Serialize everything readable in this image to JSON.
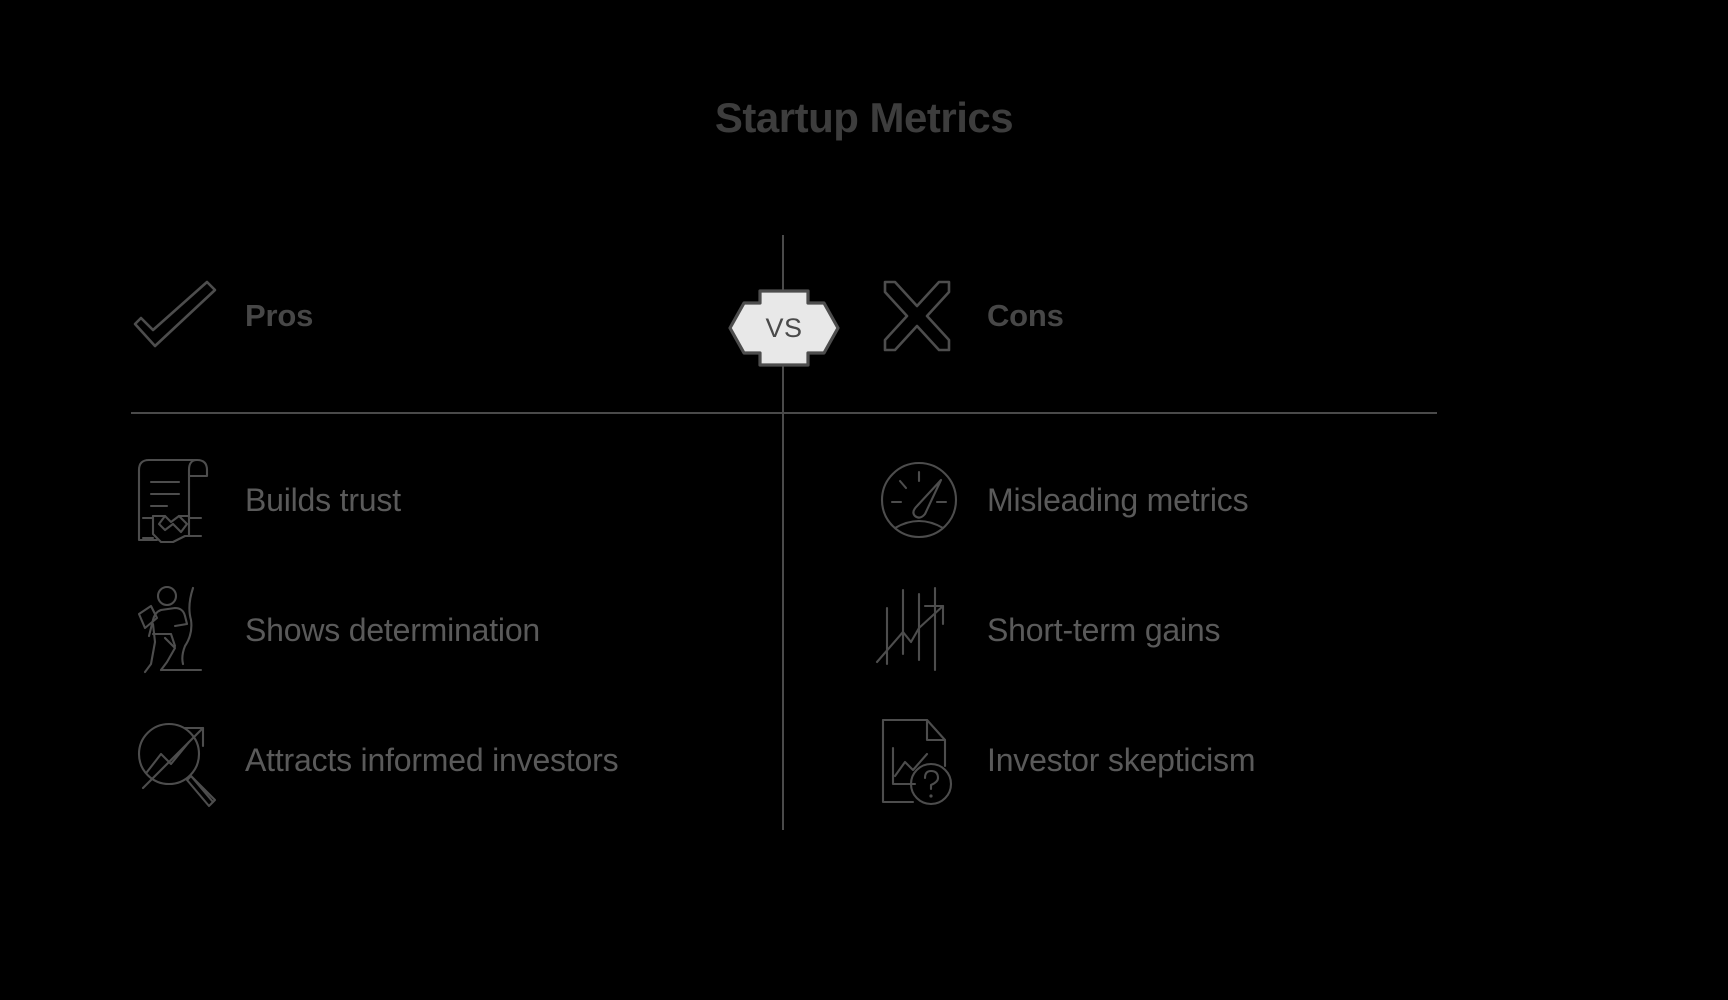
{
  "page": {
    "title": "Startup Metrics",
    "background_color": "#000000",
    "text_color": "#5a5a5a",
    "accent_color": "#4d4d4d"
  },
  "vs_badge": {
    "label": "VS",
    "fill_color": "#e8e8e8",
    "stroke_color": "#4d4d4d"
  },
  "columns": {
    "pros": {
      "header": {
        "label": "Pros",
        "icon": "check-icon"
      },
      "items": [
        {
          "label": "Builds trust",
          "icon": "contract-handshake-icon"
        },
        {
          "label": "Shows determination",
          "icon": "person-climbing-icon"
        },
        {
          "label": "Attracts informed investors",
          "icon": "magnifier-trend-icon"
        }
      ]
    },
    "cons": {
      "header": {
        "label": "Cons",
        "icon": "cross-icon"
      },
      "items": [
        {
          "label": "Misleading metrics",
          "icon": "speedometer-icon"
        },
        {
          "label": "Short-term gains",
          "icon": "candlestick-arrow-icon"
        },
        {
          "label": "Investor skepticism",
          "icon": "document-question-icon"
        }
      ]
    }
  }
}
